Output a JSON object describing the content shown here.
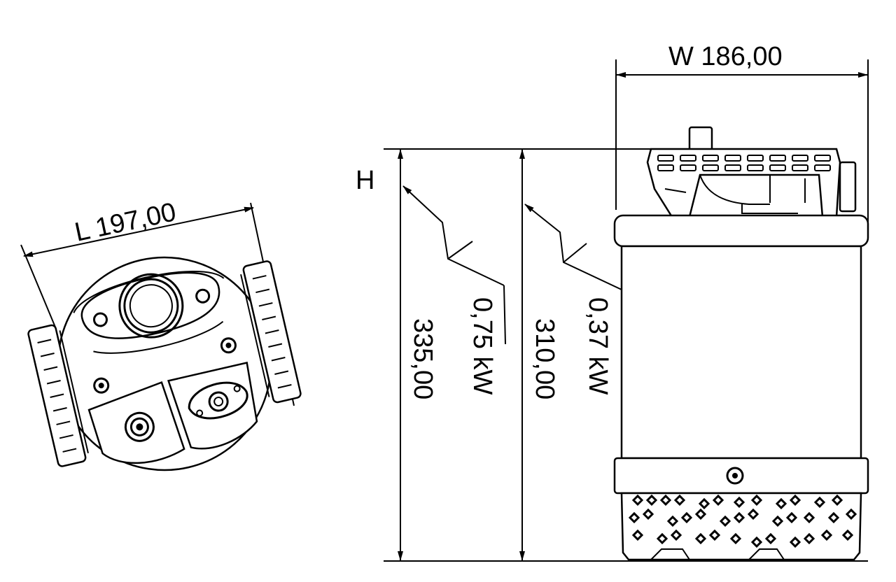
{
  "drawing": {
    "width_label": "W  186,00",
    "length_label": "L  197,00",
    "height_symbol": "H",
    "height_1": "335,00",
    "height_2": "310,00",
    "power_1": "0,75 kW",
    "power_2": "0,37 kW"
  },
  "colors": {
    "line": "#000000",
    "background": "#ffffff"
  }
}
